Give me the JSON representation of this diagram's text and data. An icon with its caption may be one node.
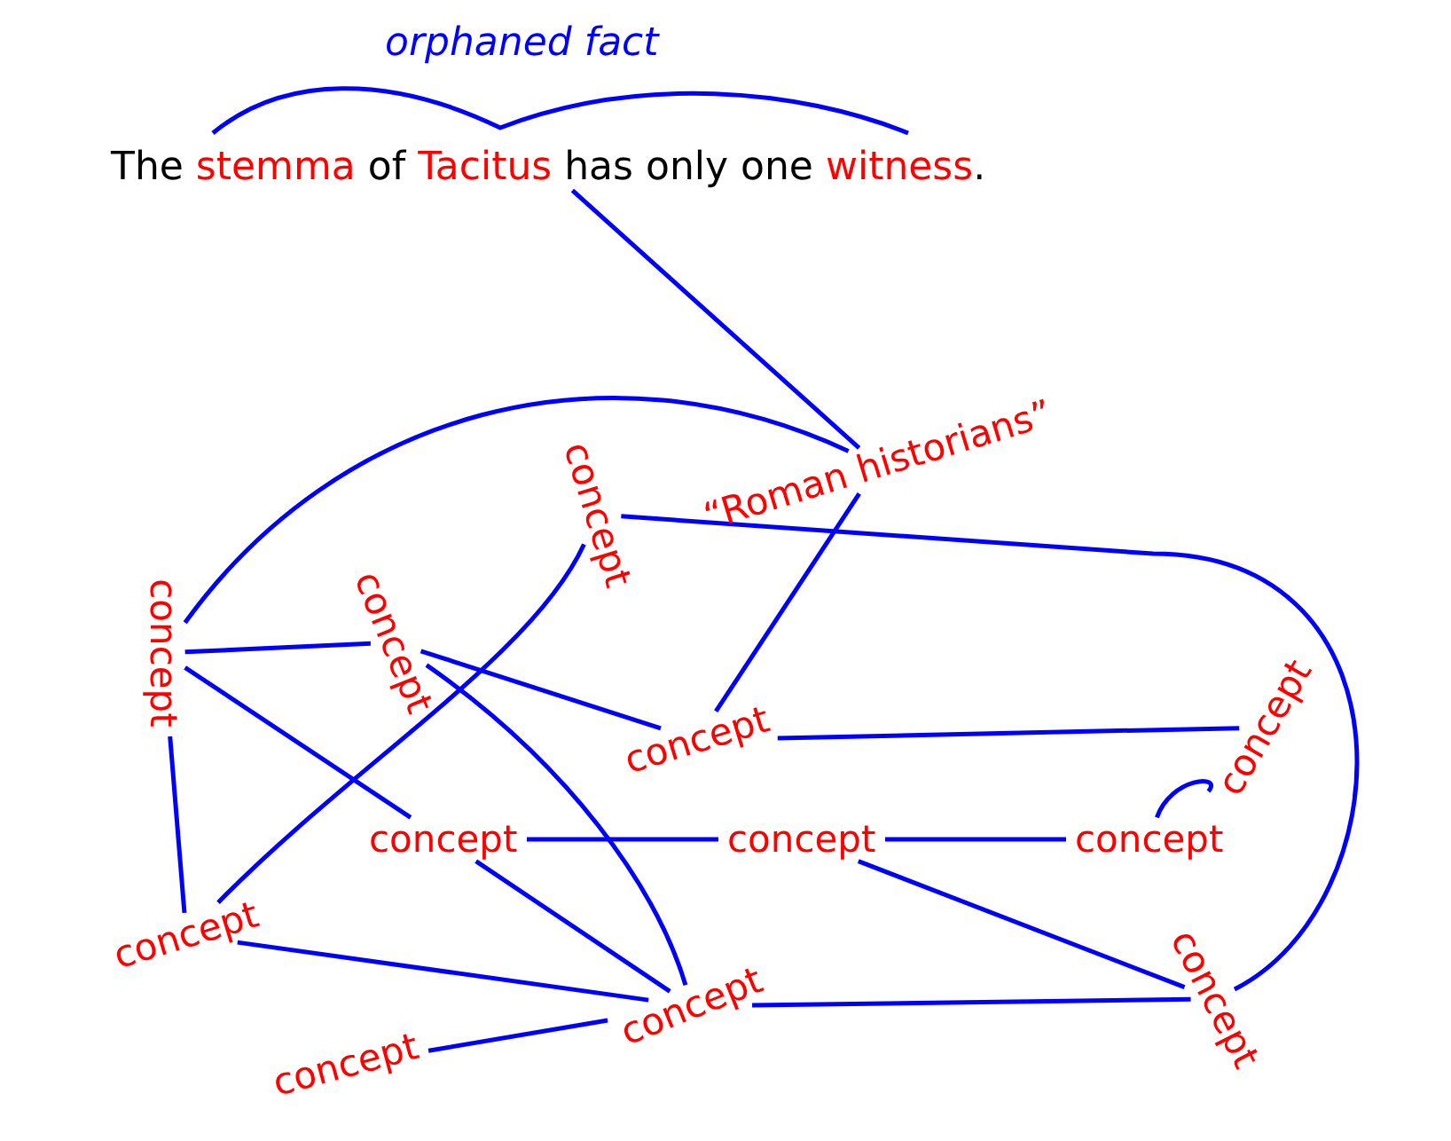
{
  "diagram": {
    "nodes": [
      {
        "text": [
          "The **stemma** of **Tacitus** has only one **witness**."
        ]
      },
      {
        "text": [
          "“Roman historians”"
        ]
      },
      {
        "text": [
          "concept"
        ]
      },
      {
        "text": [
          "concept"
        ]
      },
      {
        "text": [
          "concept"
        ]
      },
      {
        "text": [
          "concept"
        ]
      },
      {
        "text": [
          "concept"
        ]
      },
      {
        "text": [
          "concept"
        ]
      },
      {
        "text": [
          "concept"
        ]
      },
      {
        "text": [
          "concept"
        ]
      },
      {
        "text": [
          "concept"
        ]
      },
      {
        "text": [
          "concept"
        ]
      },
      {
        "text": [
          "concept"
        ]
      },
      {
        "text": [
          "concept"
        ]
      }
    ],
    "edges": [
      {
        "from": 0,
        "to": 1,
        "arrow": "none"
      },
      {
        "from": 3,
        "to": 1,
        "arrow": "none"
      },
      {
        "from": 1,
        "to": 5,
        "arrow": "none"
      },
      {
        "from": 2,
        "to": 10,
        "arrow": "none"
      },
      {
        "from": 2,
        "to": 12,
        "arrow": "none"
      },
      {
        "from": 3,
        "to": 4,
        "arrow": "none"
      },
      {
        "from": 3,
        "to": 10,
        "arrow": "none"
      },
      {
        "from": 3,
        "to": 7,
        "arrow": "none"
      },
      {
        "from": 4,
        "to": 5,
        "arrow": "none"
      },
      {
        "from": 4,
        "to": 11,
        "arrow": "none"
      },
      {
        "from": 5,
        "to": 6,
        "arrow": "none"
      },
      {
        "from": 6,
        "to": 9,
        "arrow": "none"
      },
      {
        "from": 7,
        "to": 8,
        "arrow": "none"
      },
      {
        "from": 7,
        "to": 11,
        "arrow": "none"
      },
      {
        "from": 8,
        "to": 9,
        "arrow": "none"
      },
      {
        "from": 8,
        "to": 12,
        "arrow": "none"
      },
      {
        "from": 10,
        "to": 11,
        "arrow": "none"
      },
      {
        "from": 13,
        "to": 11,
        "arrow": "none"
      },
      {
        "from": 11,
        "to": 12,
        "arrow": "none"
      }
    ],
    "labels": [
      "orphaned fact"
    ]
  }
}
